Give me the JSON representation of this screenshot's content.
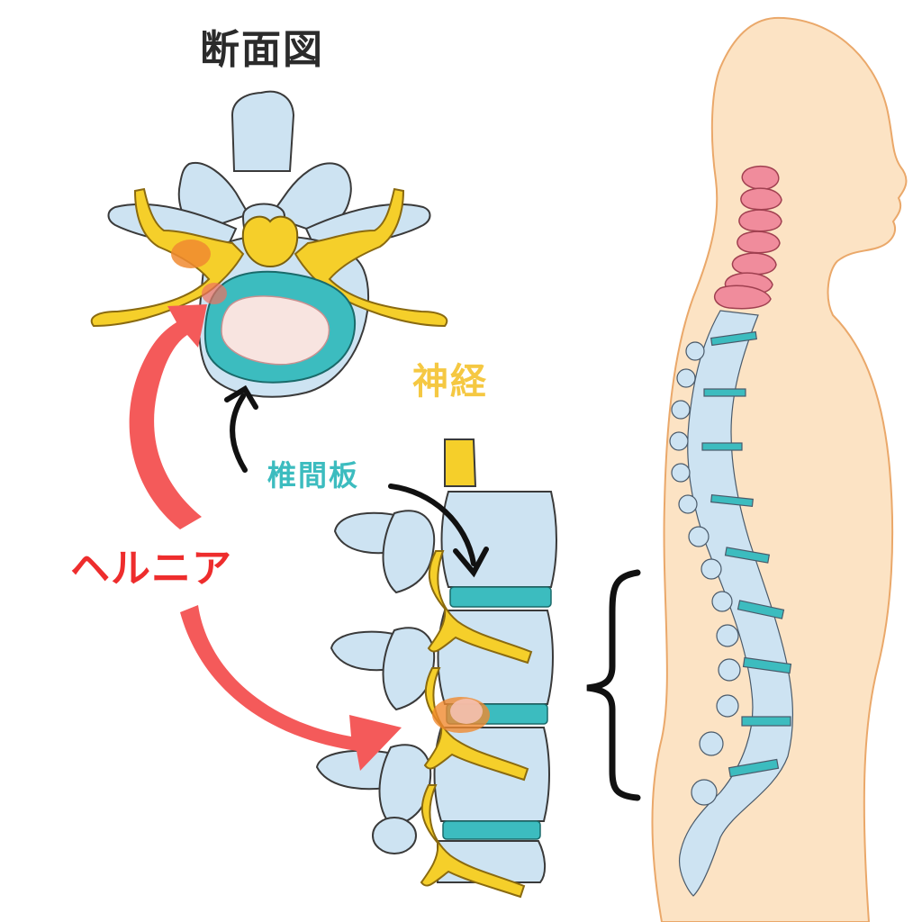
{
  "labels": {
    "cross_section": "断面図",
    "nerve": "神経",
    "disc": "椎間板",
    "hernia": "ヘルニア"
  },
  "colors": {
    "bone": "#cde3f2",
    "bone_outline": "#4a4a4a",
    "nerve": "#f5cf2a",
    "disc": "#3cbcbf",
    "hernia_arrow": "#f45a5a",
    "cervical": "#f08c9c",
    "skin": "#fce3c4",
    "skin_outline": "#eaa86a"
  }
}
